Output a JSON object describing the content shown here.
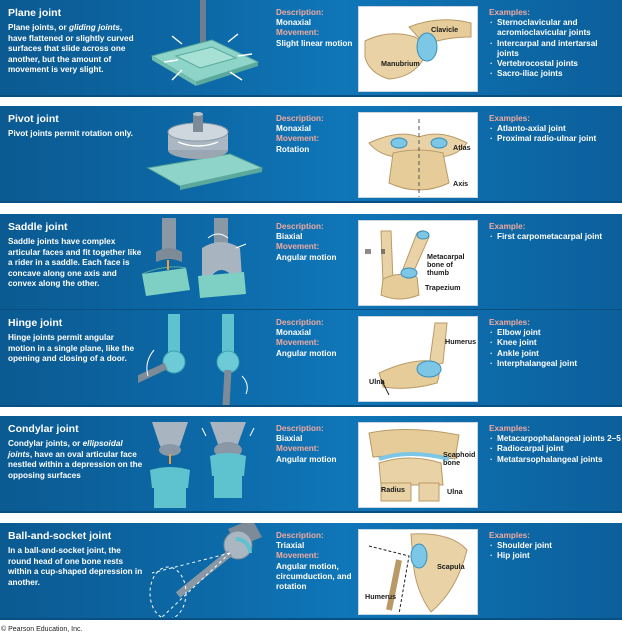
{
  "joints": [
    {
      "id": "plane",
      "title": "Plane joint",
      "desc_parts": [
        {
          "t": "Plane joints, or "
        },
        {
          "t": "gliding joints",
          "i": true
        },
        {
          "t": ", have flattened or slightly curved surfaces that slide across one another, but the amount of movement is very slight."
        }
      ],
      "desc_label": "Description:",
      "desc_value": "Monaxial",
      "move_label": "Movement:",
      "move_value": "Slight linear motion",
      "ex_label": "Examples:",
      "examples": [
        "Sternoclavicular and acromioclavicular joints",
        "Intercarpal and intertarsal joints",
        "Vertebrocostal joints",
        "Sacro-iliac joints"
      ],
      "photo_labels": [
        "Clavicle",
        "Manubrium"
      ]
    },
    {
      "id": "pivot",
      "title": "Pivot joint",
      "desc_parts": [
        {
          "t": "Pivot joints permit rotation only."
        }
      ],
      "desc_label": "Description:",
      "desc_value": "Monaxial",
      "move_label": "Movement:",
      "move_value": "Rotation",
      "ex_label": "Examples:",
      "examples": [
        "Atlanto-axial joint",
        "Proximal radio-ulnar joint"
      ],
      "photo_labels": [
        "Atlas",
        "Axis"
      ]
    },
    {
      "id": "saddle",
      "title": "Saddle joint",
      "desc_parts": [
        {
          "t": "Saddle joints have complex articular faces and fit together like a rider in a saddle. Each face is concave along one axis and convex along the other."
        }
      ],
      "desc_label": "Description:",
      "desc_value": "Biaxial",
      "move_label": "Movement:",
      "move_value": "Angular motion",
      "ex_label": "Example:",
      "examples": [
        "First carpometacarpal joint"
      ],
      "photo_labels": [
        "III",
        "II",
        "Metacarpal bone of thumb",
        "Trapezium"
      ]
    },
    {
      "id": "hinge",
      "title": "Hinge joint",
      "desc_parts": [
        {
          "t": "Hinge joints permit angular motion in a single plane, like the opening and closing of a door."
        }
      ],
      "desc_label": "Description:",
      "desc_value": "Monaxial",
      "move_label": "Movement:",
      "move_value": "Angular motion",
      "ex_label": "Examples:",
      "examples": [
        "Elbow joint",
        "Knee joint",
        "Ankle joint",
        "Interphalangeal joint"
      ],
      "photo_labels": [
        "Humerus",
        "Ulna"
      ]
    },
    {
      "id": "condylar",
      "title": "Condylar joint",
      "desc_parts": [
        {
          "t": "Condylar joints, or "
        },
        {
          "t": "ellipsoidal joints",
          "i": true
        },
        {
          "t": ", have an oval articular face nestled within a depression on the opposing surfaces"
        }
      ],
      "desc_label": "Description:",
      "desc_value": "Biaxial",
      "move_label": "Movement:",
      "move_value": "Angular motion",
      "ex_label": "Examples:",
      "examples": [
        "Metacarpophalangeal joints 2–5",
        "Radiocarpal joint",
        "Metatarsophalangeal joints"
      ],
      "photo_labels": [
        "Scaphoid bone",
        "Radius",
        "Ulna"
      ]
    },
    {
      "id": "ball",
      "title": "Ball-and-socket joint",
      "desc_parts": [
        {
          "t": "In a ball-and-socket joint, the round head of one bone rests within a cup-shaped depression in another."
        }
      ],
      "desc_label": "Description:",
      "desc_value": "Triaxial",
      "move_label": "Movement:",
      "move_value": "Angular motion, circumduction, and rotation",
      "ex_label": "Examples:",
      "examples": [
        "Shoulder joint",
        "Hip joint"
      ],
      "photo_labels": [
        "Scapula",
        "Humerus"
      ]
    }
  ],
  "copyright": "© Pearson Education, Inc.",
  "colors": {
    "band": "#0d6aa8",
    "label_pink": "#f0a99f",
    "bone": "#e9d3a6",
    "cartilage": "#7cc6e6",
    "model_teal": "#5fc2cf"
  }
}
